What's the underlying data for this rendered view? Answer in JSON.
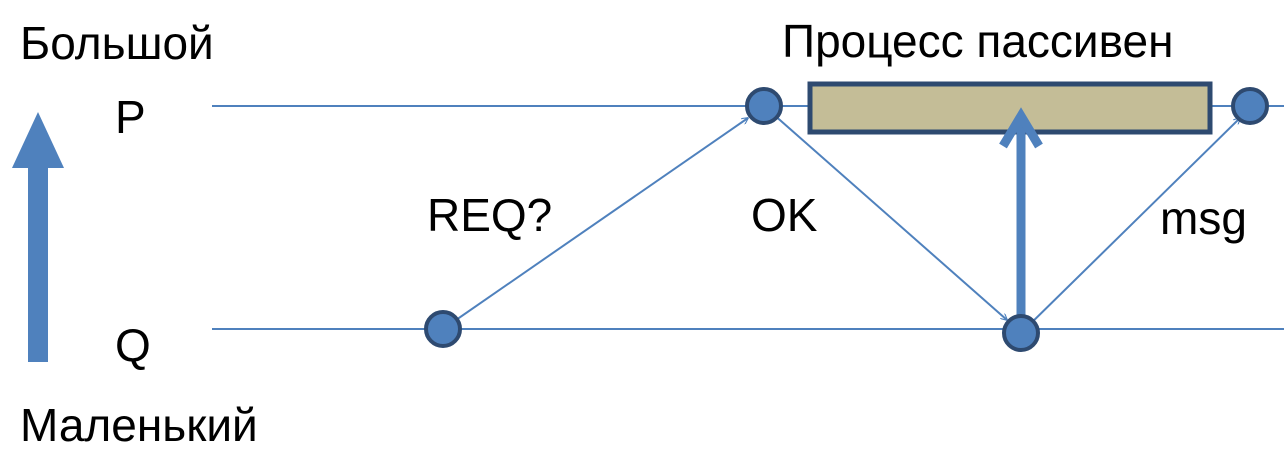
{
  "scale": {
    "top_label": "Большой",
    "bottom_label": "Маленький"
  },
  "processes": {
    "p_label": "P",
    "q_label": "Q"
  },
  "passive_block": {
    "label": "Процесс пассивен"
  },
  "messages": {
    "req": "REQ?",
    "ok": "OK",
    "msg": "msg"
  },
  "colors": {
    "line": "#4F81BD",
    "node_fill": "#4F81BD",
    "node_stroke": "#2E4A70",
    "block_fill": "#C4BD97",
    "block_stroke": "#2E4A70",
    "text": "#000000"
  }
}
